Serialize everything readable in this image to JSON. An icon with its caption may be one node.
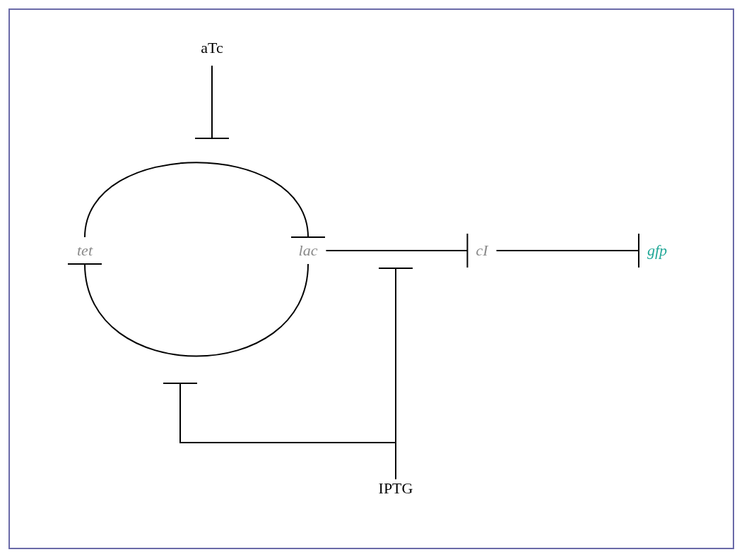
{
  "diagram": {
    "nodes": [
      {
        "text": [
          "aTc"
        ]
      },
      {
        "text": [
          "tet"
        ]
      },
      {
        "text": [
          "lac"
        ]
      },
      {
        "text": [
          "cI"
        ]
      },
      {
        "text": [
          "gfp"
        ]
      },
      {
        "text": [
          "IPTG"
        ]
      }
    ],
    "edges": [
      {
        "from": 1,
        "to": 2,
        "arrow": "other"
      },
      {
        "from": 2,
        "to": 1,
        "arrow": "other"
      },
      {
        "from": 2,
        "to": 3,
        "arrow": "other"
      },
      {
        "from": 3,
        "to": 4,
        "arrow": "other"
      },
      {
        "from": 0,
        "to": null,
        "arrow": "other"
      },
      {
        "from": 5,
        "to": null,
        "arrow": "other"
      },
      {
        "from": 5,
        "to": null,
        "arrow": "other"
      }
    ]
  }
}
